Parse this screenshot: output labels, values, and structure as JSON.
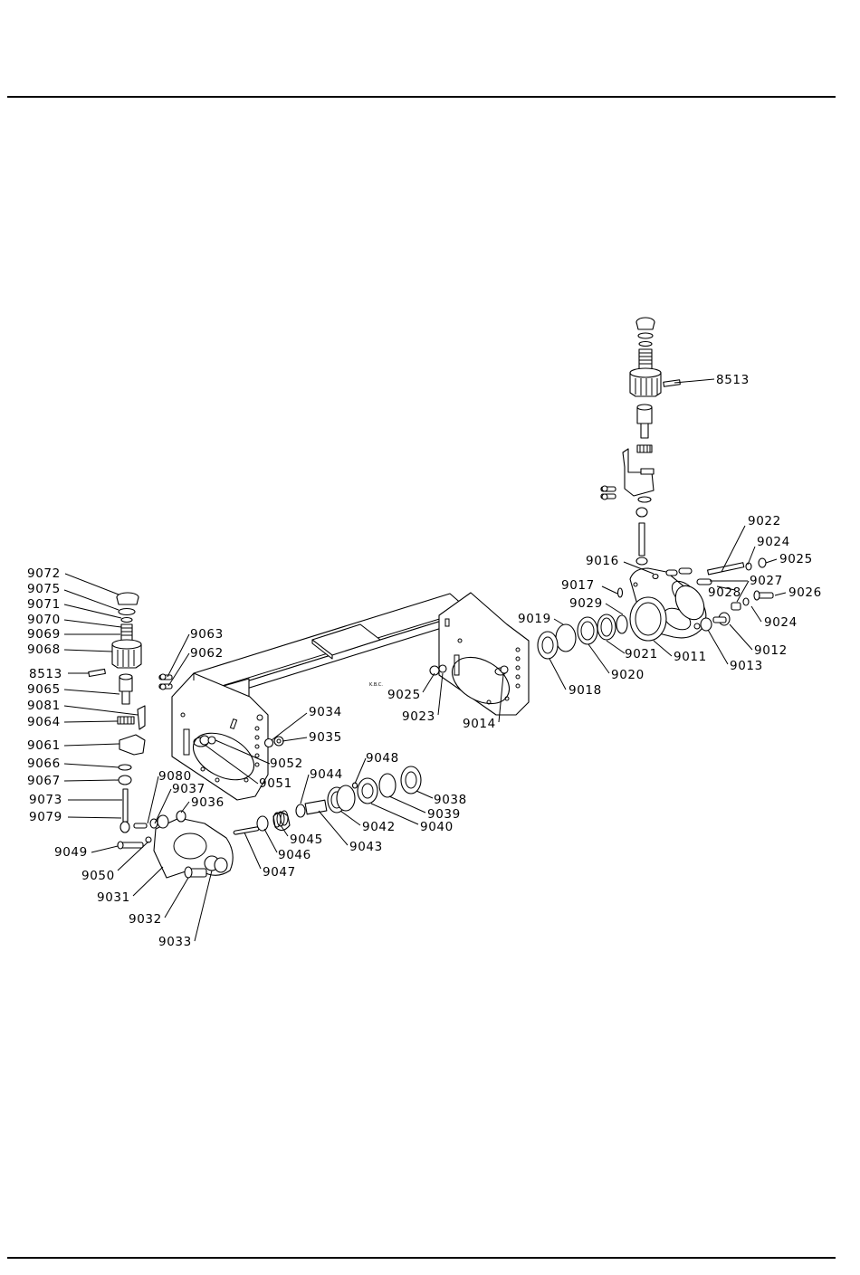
{
  "part_labels": {
    "p8513_top": "8513",
    "p9022": "9022",
    "p9024_top": "9024",
    "p9025_right": "9025",
    "p9016": "9016",
    "p9017": "9017",
    "p9027": "9027",
    "p9026": "9026",
    "p9028": "9028",
    "p9029": "9029",
    "p9024_bottom": "9024",
    "p9019": "9019",
    "p9012": "9012",
    "p9021": "9021",
    "p9011": "9011",
    "p9013": "9013",
    "p9020": "9020",
    "p9018": "9018",
    "p9025_left": "9025",
    "p9023": "9023",
    "p9014": "9014",
    "p9072": "9072",
    "p9075": "9075",
    "p9071": "9071",
    "p9070": "9070",
    "p9069": "9069",
    "p9068": "9068",
    "p8513_left": "8513",
    "p9065": "9065",
    "p9081": "9081",
    "p9064": "9064",
    "p9061": "9061",
    "p9066": "9066",
    "p9067": "9067",
    "p9073": "9073",
    "p9079": "9079",
    "p9049": "9049",
    "p9050": "9050",
    "p9031": "9031",
    "p9032": "9032",
    "p9033": "9033",
    "p9063": "9063",
    "p9062": "9062",
    "p9034": "9034",
    "p9035": "9035",
    "p9052": "9052",
    "p9051": "9051",
    "p9080": "9080",
    "p9037": "9037",
    "p9036": "9036",
    "p9044": "9044",
    "p9048": "9048",
    "p9045": "9045",
    "p9046": "9046",
    "p9047": "9047",
    "p9043": "9043",
    "p9042": "9042",
    "p9040": "9040",
    "p9039": "9039",
    "p9038": "9038"
  },
  "frame_marking": "K.B.C."
}
